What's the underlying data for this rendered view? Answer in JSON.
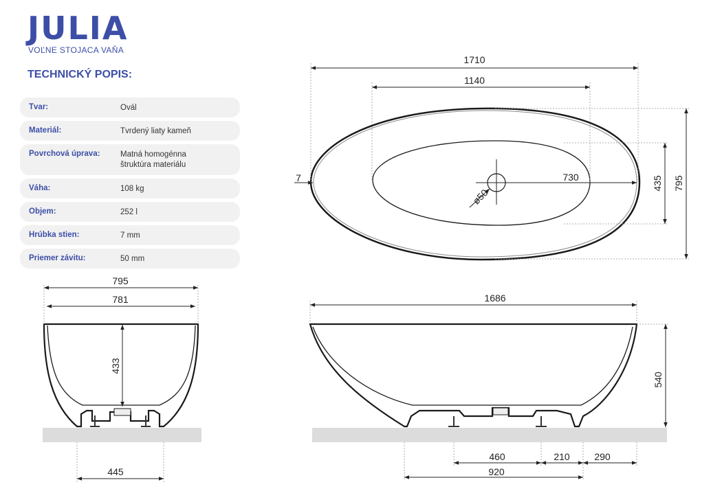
{
  "header": {
    "title": "JULIA",
    "subtitle": "VOĽNE STOJACA VAŇA",
    "section": "TECHNICKÝ POPIS:"
  },
  "specs": [
    {
      "key": "Tvar:",
      "value": "Ovál"
    },
    {
      "key": "Materiál:",
      "value": "Tvrdený liaty kameň"
    },
    {
      "key": "Povrchová úprava:",
      "value": "Matná homogénna\nštruktúra materiálu"
    },
    {
      "key": "Váha:",
      "value": "108 kg"
    },
    {
      "key": "Objem:",
      "value": "252 l"
    },
    {
      "key": "Hrúbka stien:",
      "value": "7 mm"
    },
    {
      "key": "Priemer závitu:",
      "value": "50 mm"
    }
  ],
  "dimensions": {
    "top": {
      "length": "1710",
      "inner": "1140",
      "wall": "7",
      "drain_offset": "730",
      "drain": "ø50",
      "inner_width": "435",
      "width": "795"
    },
    "end": {
      "outer": "795",
      "inner": "781",
      "depth": "433",
      "feet": "445"
    },
    "side": {
      "length": "1686",
      "height": "540",
      "d1": "460",
      "d2": "210",
      "d3": "290",
      "d4": "920"
    }
  },
  "colors": {
    "brand": "#3d4ea7",
    "row_bg": "#f1f1f1",
    "floor": "#dcdcdc"
  }
}
